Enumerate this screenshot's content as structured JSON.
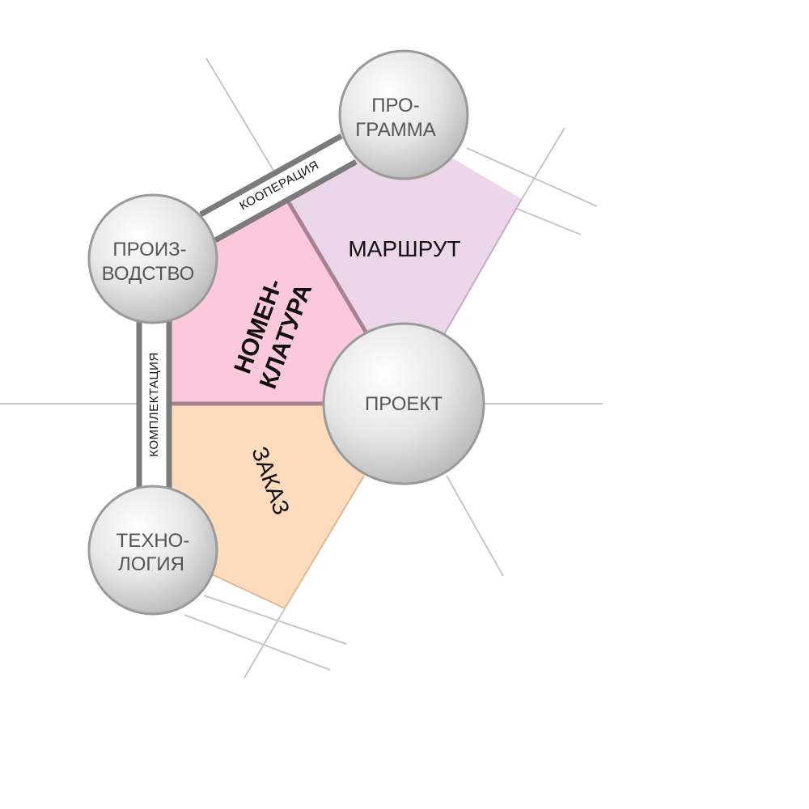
{
  "diagram": {
    "nodes": {
      "programma": {
        "line1": "ПРО-",
        "line2": "ГРАММА"
      },
      "proizvodstvo": {
        "line1": "ПРОИЗ-",
        "line2": "ВОДСТВО"
      },
      "tekhnologiya": {
        "line1": "ТЕХНО-",
        "line2": "ЛОГИЯ"
      },
      "proekt": {
        "label": "ПРОЕКТ"
      }
    },
    "sectors": {
      "marshrut": "МАРШРУТ",
      "nomenklatura": {
        "line1": "НОМЕН-",
        "line2": "КЛАТУРА"
      },
      "zakaz": "ЗАКАЗ"
    },
    "links": {
      "kooperaciya": "КООПЕРАЦИЯ",
      "komplektaciya": "КОМПЛЕКТАЦИЯ"
    },
    "colors": {
      "marshrut_fill": "#ecd6e9",
      "nomenklatura_fill": "#fcc8dc",
      "zakaz_fill": "#fcdcbc",
      "divider": "#a8838f",
      "band_edge": "#7b7b7b",
      "node_stroke": "#9a9a9a",
      "guide_line": "#c4c4c4"
    }
  }
}
